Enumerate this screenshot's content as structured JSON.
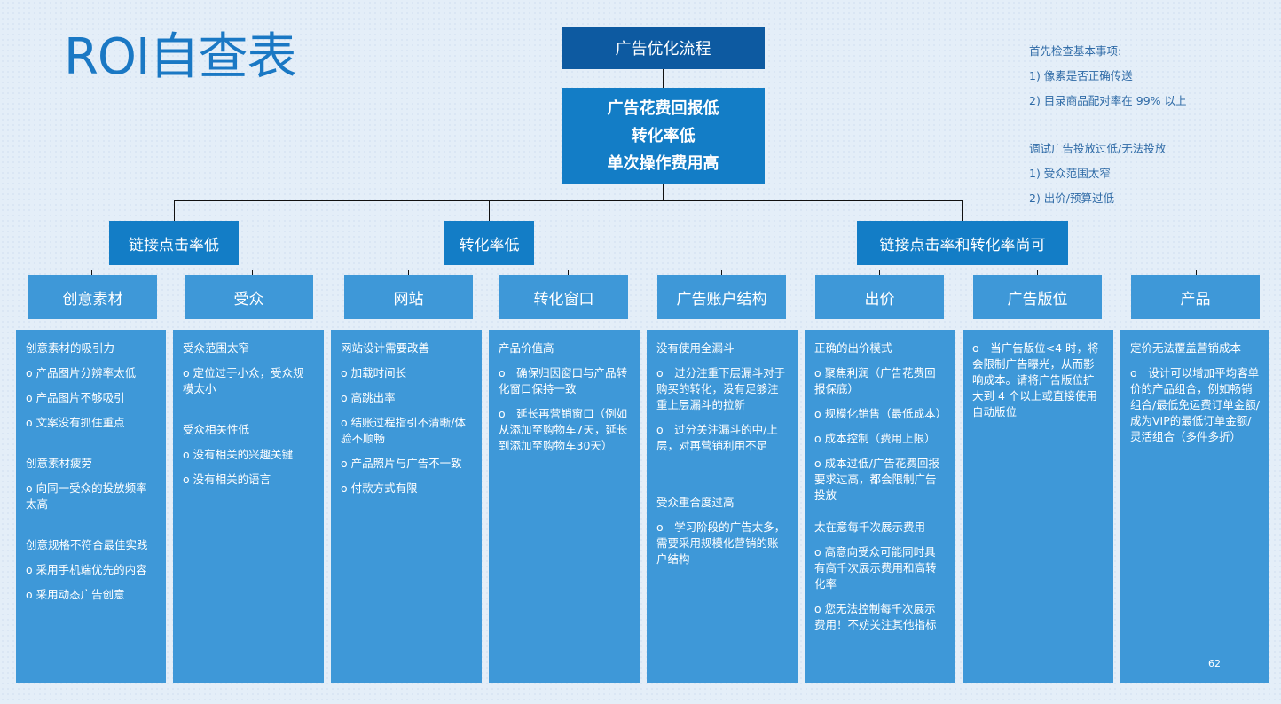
{
  "title": "ROI自查表",
  "notes": {
    "group1": [
      "首先检查基本事项:",
      "1) 像素是否正确传送",
      "2) 目录商品配对率在 99% 以上"
    ],
    "group2": [
      "调试广告投放过低/无法投放",
      "1) 受众范围太窄",
      "2) 出价/预算过低"
    ]
  },
  "top": {
    "process": "广告优化流程",
    "problems": [
      "广告花费回报低",
      "转化率低",
      "单次操作费用高"
    ]
  },
  "categories": [
    "链接点击率低",
    "转化率低",
    "链接点击率和转化率尚可"
  ],
  "subs": [
    "创意素材",
    "受众",
    "网站",
    "转化窗口",
    "广告账户结构",
    "出价",
    "广告版位",
    "产品"
  ],
  "panels": [
    [
      "创意素材的吸引力",
      "o 产品图片分辨率太低",
      "o 产品图片不够吸引",
      "o 文案没有抓住重点",
      "",
      "创意素材疲劳",
      "o 向同一受众的投放频率太高",
      "",
      "创意规格不符合最佳实践",
      "o 采用手机端优先的内容",
      "o 采用动态广告创意"
    ],
    [
      "受众范围太窄",
      "o 定位过于小众，受众规模太小",
      "",
      "受众相关性低",
      "o 没有相关的兴趣关键",
      "o 没有相关的语言"
    ],
    [
      "网站设计需要改善",
      "o 加载时间长",
      "o 高跳出率",
      "o 结账过程指引不清晰/体验不顺畅",
      "o 产品照片与广告不一致",
      "o 付款方式有限"
    ],
    [
      "产品价值高",
      "o　确保归因窗口与产品转化窗口保持一致",
      "o　延长再营销窗口（例如从添加至购物车7天，延长到添加至购物车30天）"
    ],
    [
      "没有使用全漏斗",
      "o　过分注重下层漏斗对于购买的转化，没有足够注重上层漏斗的拉新",
      "o　过分关注漏斗的中/上层，对再营销利用不足",
      "",
      "",
      "受众重合度过高",
      "o　学习阶段的广告太多，需要采用规模化营销的账户结构"
    ],
    [
      "正确的出价模式",
      "o 聚焦利润（广告花费回报保底）",
      "o 规模化销售（最低成本）",
      "o 成本控制（费用上限）",
      "o 成本过低/广告花费回报要求过高，都会限制广告投放",
      "",
      "太在意每千次展示费用",
      "o 高意向受众可能同时具有高千次展示费用和高转化率",
      "o 您无法控制每千次展示费用！不妨关注其他指标"
    ],
    [
      "o　当广告版位<4 时，将会限制广告曝光，从而影响成本。请将广告版位扩大到 4 个以上或直接使用自动版位"
    ],
    [
      "定价无法覆盖营销成本",
      "o　设计可以增加平均客单价的产品组合，例如畅销组合/最低免运费订单金额/成为VIP的最低订单金额/灵活组合（多件多折）"
    ]
  ],
  "page_number": "62"
}
